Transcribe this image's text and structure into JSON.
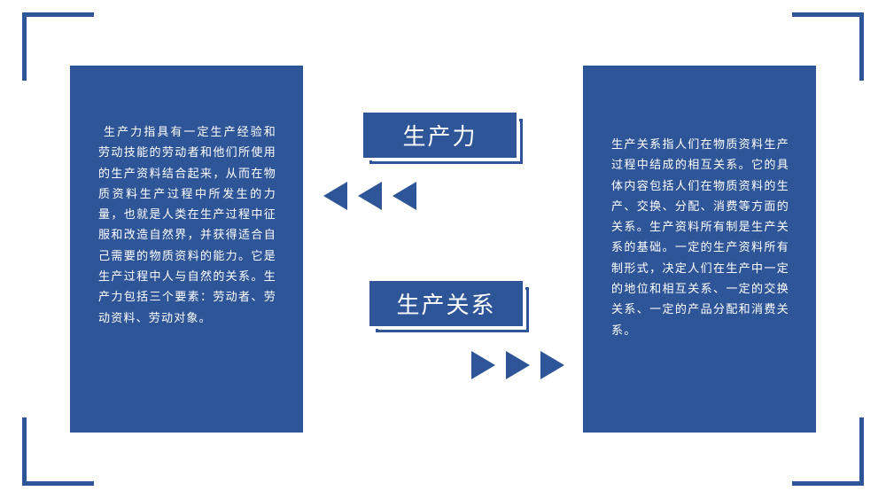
{
  "colors": {
    "primary": "#2E5597",
    "background": "#FFFFFF",
    "text_on_primary": "#FFFFFF"
  },
  "labels": {
    "productive_forces": "生产力",
    "relations_of_production": "生产关系"
  },
  "panels": {
    "left": {
      "text": "生产力指具有一定生产经验和劳动技能的劳动者和他们所使用的生产资料结合起来，从而在物质资料生产过程中所发生的力量，也就是人类在生产过程中征服和改造自然界，并获得适合自己需要的物质资料的能力。它是生产过程中人与自然的关系。生产力包括三个要素：劳动者、劳动资料、劳动对象。"
    },
    "right": {
      "text": "生产关系指人们在物质资料生产过程中结成的相互关系。它的具体内容包括人们在物质资料的生产、交换、分配、消费等方面的关系。生产资料所有制是生产关系的基础。一定的生产资料所有制形式，决定人们在生产中一定的地位和相互关系、一定的交换关系、一定的产品分配和消费关系。"
    }
  },
  "icons": {
    "left_arrows": [
      "triangle-left-icon",
      "triangle-left-icon",
      "triangle-left-icon"
    ],
    "right_arrows": [
      "triangle-right-icon",
      "triangle-right-icon",
      "triangle-right-icon"
    ],
    "corners": [
      "corner-bracket-top-left",
      "corner-bracket-top-right",
      "corner-bracket-bottom-left",
      "corner-bracket-bottom-right"
    ]
  }
}
